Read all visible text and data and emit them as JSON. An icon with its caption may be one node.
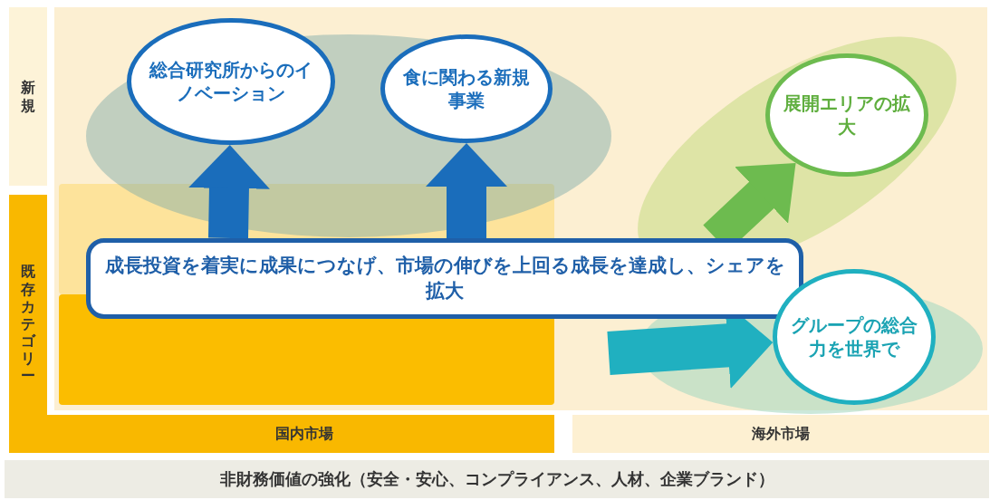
{
  "diagram": {
    "nodes": [
      {
        "text": [
          "新規"
        ]
      },
      {
        "text": [
          "既存カテゴリー"
        ]
      },
      {
        "text": [
          "国内市場"
        ]
      },
      {
        "text": [
          "海外市場"
        ]
      },
      {
        "text": [
          "総合研究所からのイノベーション"
        ]
      },
      {
        "text": [
          "食に関わる新規事業"
        ]
      },
      {
        "text": [
          "成長投資を着実に成果につなげ、市場の伸びを上回る成長を達成し、シェアを拡大"
        ]
      },
      {
        "text": [
          "展開エリアの拡大"
        ]
      },
      {
        "text": [
          "グループの総合力を世界で"
        ]
      },
      {
        "text": [
          "非財務価値の強化（安全・安心、コンプライアンス、人材、企業ブランド）"
        ]
      }
    ],
    "edges": [
      {
        "from": 6,
        "to": 4,
        "arrow": "to",
        "color": "#1a6dbb"
      },
      {
        "from": 6,
        "to": 5,
        "arrow": "to",
        "color": "#1a6dbb"
      },
      {
        "from": 6,
        "to": 7,
        "arrow": "to",
        "color": "#6dbb4f"
      },
      {
        "from": null,
        "to": 8,
        "arrow": "to",
        "color": "#20b0c0"
      }
    ]
  }
}
